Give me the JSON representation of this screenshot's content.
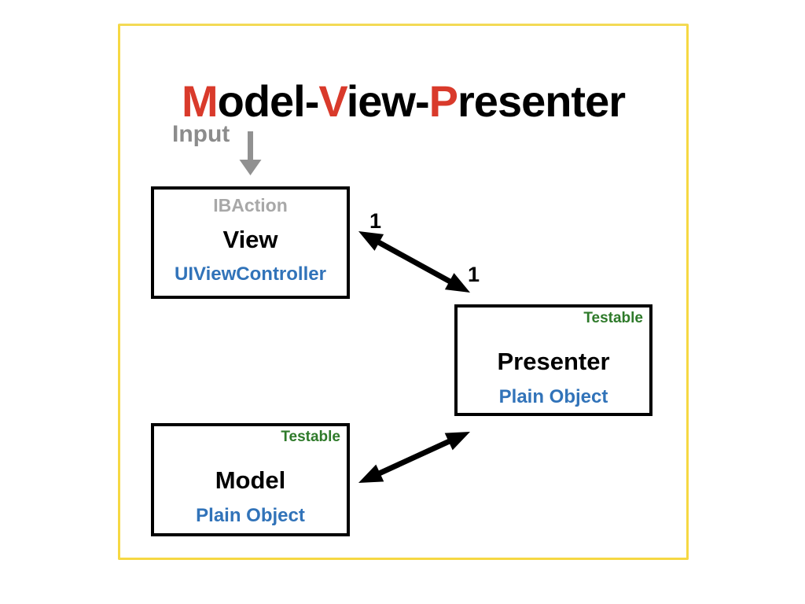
{
  "title": {
    "full": "Model-View-Presenter",
    "segments": [
      {
        "text": "M",
        "highlight": true
      },
      {
        "text": "odel-",
        "highlight": false
      },
      {
        "text": "V",
        "highlight": true
      },
      {
        "text": "iew-",
        "highlight": false
      },
      {
        "text": "P",
        "highlight": true
      },
      {
        "text": "resenter",
        "highlight": false
      }
    ]
  },
  "annotations": {
    "input_label": "Input"
  },
  "nodes": {
    "view": {
      "top_label": "IBAction",
      "name": "View",
      "subtitle": "UIViewController"
    },
    "presenter": {
      "badge": "Testable",
      "name": "Presenter",
      "subtitle": "Plain Object"
    },
    "model": {
      "badge": "Testable",
      "name": "Model",
      "subtitle": "Plain Object"
    }
  },
  "connections": [
    {
      "from": "View",
      "to": "Presenter",
      "type": "bidirectional",
      "from_label": "1",
      "to_label": "1"
    },
    {
      "from": "Model",
      "to": "Presenter",
      "type": "bidirectional"
    },
    {
      "from": "Input",
      "to": "View",
      "type": "directed"
    }
  ],
  "colors": {
    "highlight_red": "#D93A2B",
    "class_blue": "#3173B9",
    "testable_green": "#2E7A2A",
    "muted_gray": "#8C8C8C",
    "light_gray": "#A8A8A8",
    "frame_yellow": "#F6D843",
    "black": "#000000"
  }
}
